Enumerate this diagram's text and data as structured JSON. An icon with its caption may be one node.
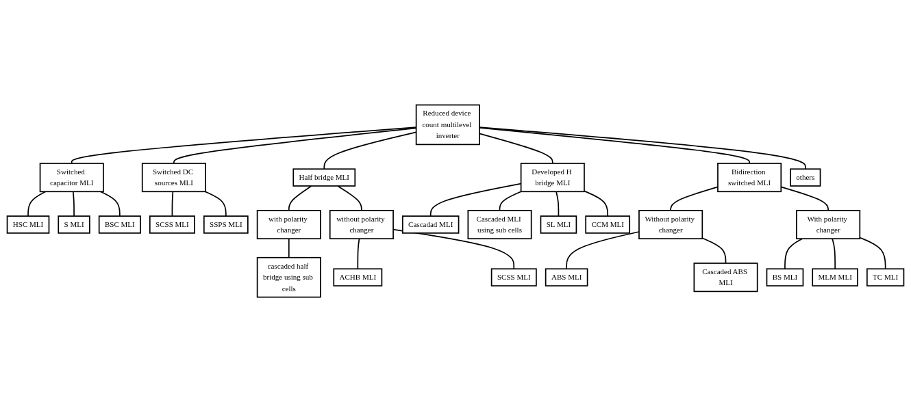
{
  "diagram": {
    "nodes": [
      {
        "text": [
          "Reduced device count multilevel inverter"
        ]
      },
      {
        "text": [
          "Switched capacitor MLI"
        ]
      },
      {
        "text": [
          "Switched DC sources MLI"
        ]
      },
      {
        "text": [
          "Half bridge MLI"
        ]
      },
      {
        "text": [
          "Developed H bridge MLI"
        ]
      },
      {
        "text": [
          "Bidirection switched MLI"
        ]
      },
      {
        "text": [
          "others"
        ]
      },
      {
        "text": [
          "HSC MLI"
        ]
      },
      {
        "text": [
          "S MLI"
        ]
      },
      {
        "text": [
          "BSC MLI"
        ]
      },
      {
        "text": [
          "SCSS MLI"
        ]
      },
      {
        "text": [
          "SSPS MLI"
        ]
      },
      {
        "text": [
          "with polarity changer"
        ]
      },
      {
        "text": [
          "without polarity changer"
        ]
      },
      {
        "text": [
          "cascaded half bridge using sub cells"
        ]
      },
      {
        "text": [
          "ACHB MLI"
        ]
      },
      {
        "text": [
          "SCSS MLI"
        ]
      },
      {
        "text": [
          "Cascadad MLI"
        ]
      },
      {
        "text": [
          "Cascaded MLI using sub cells"
        ]
      },
      {
        "text": [
          "SL MLI"
        ]
      },
      {
        "text": [
          "CCM MLI"
        ]
      },
      {
        "text": [
          "Without polarity changer"
        ]
      },
      {
        "text": [
          "With polarity changer"
        ]
      },
      {
        "text": [
          "ABS MLI"
        ]
      },
      {
        "text": [
          "Cascaded ABS MLI"
        ]
      },
      {
        "text": [
          "BS MLI"
        ]
      },
      {
        "text": [
          "MLM MLI"
        ]
      },
      {
        "text": [
          "TC MLI"
        ]
      }
    ],
    "edges": [
      {
        "from": 0,
        "to": 1,
        "arrow": "none"
      },
      {
        "from": 0,
        "to": 2,
        "arrow": "none"
      },
      {
        "from": 0,
        "to": 3,
        "arrow": "none"
      },
      {
        "from": 0,
        "to": 4,
        "arrow": "none"
      },
      {
        "from": 0,
        "to": 5,
        "arrow": "none"
      },
      {
        "from": 0,
        "to": 6,
        "arrow": "none"
      },
      {
        "from": 1,
        "to": 7,
        "arrow": "none"
      },
      {
        "from": 1,
        "to": 8,
        "arrow": "none"
      },
      {
        "from": 1,
        "to": 9,
        "arrow": "none"
      },
      {
        "from": 2,
        "to": 10,
        "arrow": "none"
      },
      {
        "from": 2,
        "to": 11,
        "arrow": "none"
      },
      {
        "from": 3,
        "to": 12,
        "arrow": "none"
      },
      {
        "from": 3,
        "to": 13,
        "arrow": "none"
      },
      {
        "from": 12,
        "to": 14,
        "arrow": "none"
      },
      {
        "from": 13,
        "to": 15,
        "arrow": "none"
      },
      {
        "from": 13,
        "to": 16,
        "arrow": "none"
      },
      {
        "from": 4,
        "to": 17,
        "arrow": "none"
      },
      {
        "from": 4,
        "to": 18,
        "arrow": "none"
      },
      {
        "from": 4,
        "to": 19,
        "arrow": "none"
      },
      {
        "from": 4,
        "to": 20,
        "arrow": "none"
      },
      {
        "from": 5,
        "to": 21,
        "arrow": "none"
      },
      {
        "from": 5,
        "to": 22,
        "arrow": "none"
      },
      {
        "from": 21,
        "to": 23,
        "arrow": "none"
      },
      {
        "from": 21,
        "to": 24,
        "arrow": "none"
      },
      {
        "from": 22,
        "to": 25,
        "arrow": "none"
      },
      {
        "from": 22,
        "to": 26,
        "arrow": "none"
      },
      {
        "from": 22,
        "to": 27,
        "arrow": "none"
      }
    ]
  }
}
